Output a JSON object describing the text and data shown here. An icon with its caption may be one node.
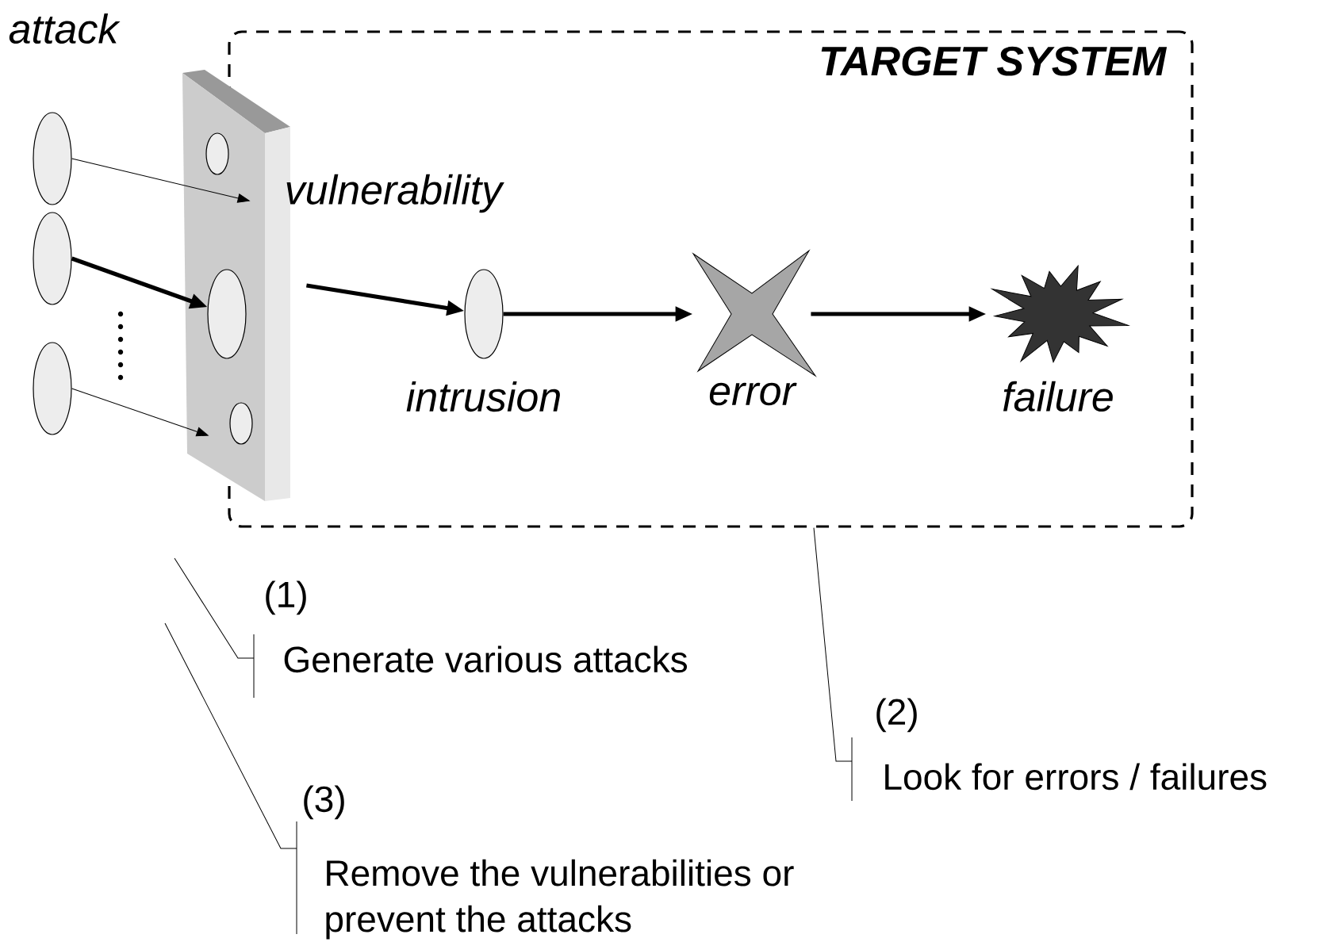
{
  "diagram": {
    "nodes": [
      {
        "text": [
          "TARGET SYSTEM"
        ]
      },
      {
        "text": [],
        "shape": "circle"
      },
      {
        "text": [],
        "shape": "circle"
      },
      {
        "text": [],
        "shape": "circle"
      },
      {
        "text": [],
        "shape": "box"
      },
      {
        "text": [],
        "shape": "circle",
        "in": 4
      },
      {
        "text": [],
        "shape": "circle",
        "in": 4
      },
      {
        "text": [],
        "shape": "circle"
      },
      {
        "text": [],
        "shape": "circle",
        "in": 0,
        "beside": [
          "intrusion"
        ]
      },
      {
        "text": [],
        "shape": "star",
        "in": 0,
        "beside": [
          "error"
        ]
      },
      {
        "text": [],
        "shape": "burst",
        "in": 0,
        "beside": [
          "failure"
        ]
      },
      {
        "text": [
          "(1)",
          "Generate various attacks"
        ]
      },
      {
        "text": [
          "(2)",
          "Look for errors / failures"
        ]
      },
      {
        "text": [
          "(3)",
          "Remove the vulnerabilities or prevent the attacks"
        ]
      }
    ],
    "edges": [
      {
        "from": 1,
        "to": 4,
        "arrow": "to"
      },
      {
        "from": 2,
        "to": 6,
        "arrow": "to",
        "style": "thick"
      },
      {
        "from": 3,
        "to": 4,
        "arrow": "to"
      },
      {
        "from": 4,
        "to": 8,
        "arrow": "to",
        "style": "thick"
      },
      {
        "from": 8,
        "to": 9,
        "arrow": "to",
        "style": "thick"
      },
      {
        "from": 9,
        "to": 10,
        "arrow": "to",
        "style": "thick"
      },
      {
        "from": 11,
        "to": null,
        "arrow": "none"
      },
      {
        "from": 12,
        "to": 0,
        "arrow": "none"
      },
      {
        "from": 13,
        "to": null,
        "arrow": "none"
      }
    ],
    "labels": [
      "attack",
      "vulnerability"
    ]
  }
}
